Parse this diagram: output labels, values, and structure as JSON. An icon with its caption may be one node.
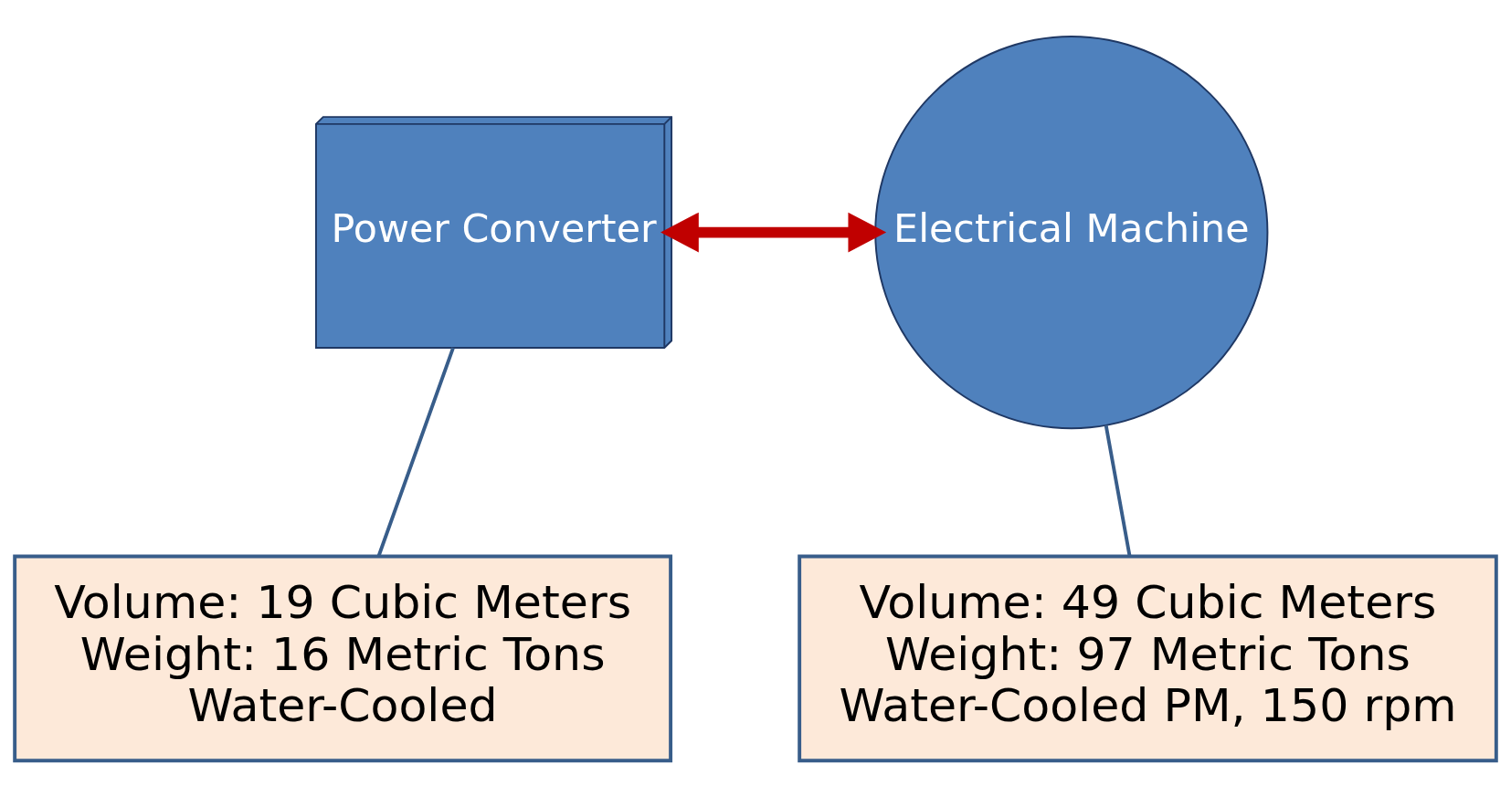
{
  "diagram": {
    "nodes": [
      {
        "text": [
          "Power Converter"
        ]
      },
      {
        "text": [
          "Electrical Machine"
        ]
      },
      {
        "text": [
          "Volume: 19 Cubic Meters",
          "Weight: 16 Metric Tons",
          "Water-Cooled"
        ]
      },
      {
        "text": [
          "Volume: 49 Cubic Meters",
          "Weight: 97 Metric Tons",
          "Water-Cooled PM, 150 rpm"
        ]
      }
    ],
    "edges": [
      {
        "from": 0,
        "to": 1,
        "arrow": "both",
        "style": "thick",
        "color": "#c00000"
      },
      {
        "from": 2,
        "to": 0,
        "arrow": "none"
      },
      {
        "from": 3,
        "to": 1,
        "arrow": "none"
      }
    ]
  }
}
